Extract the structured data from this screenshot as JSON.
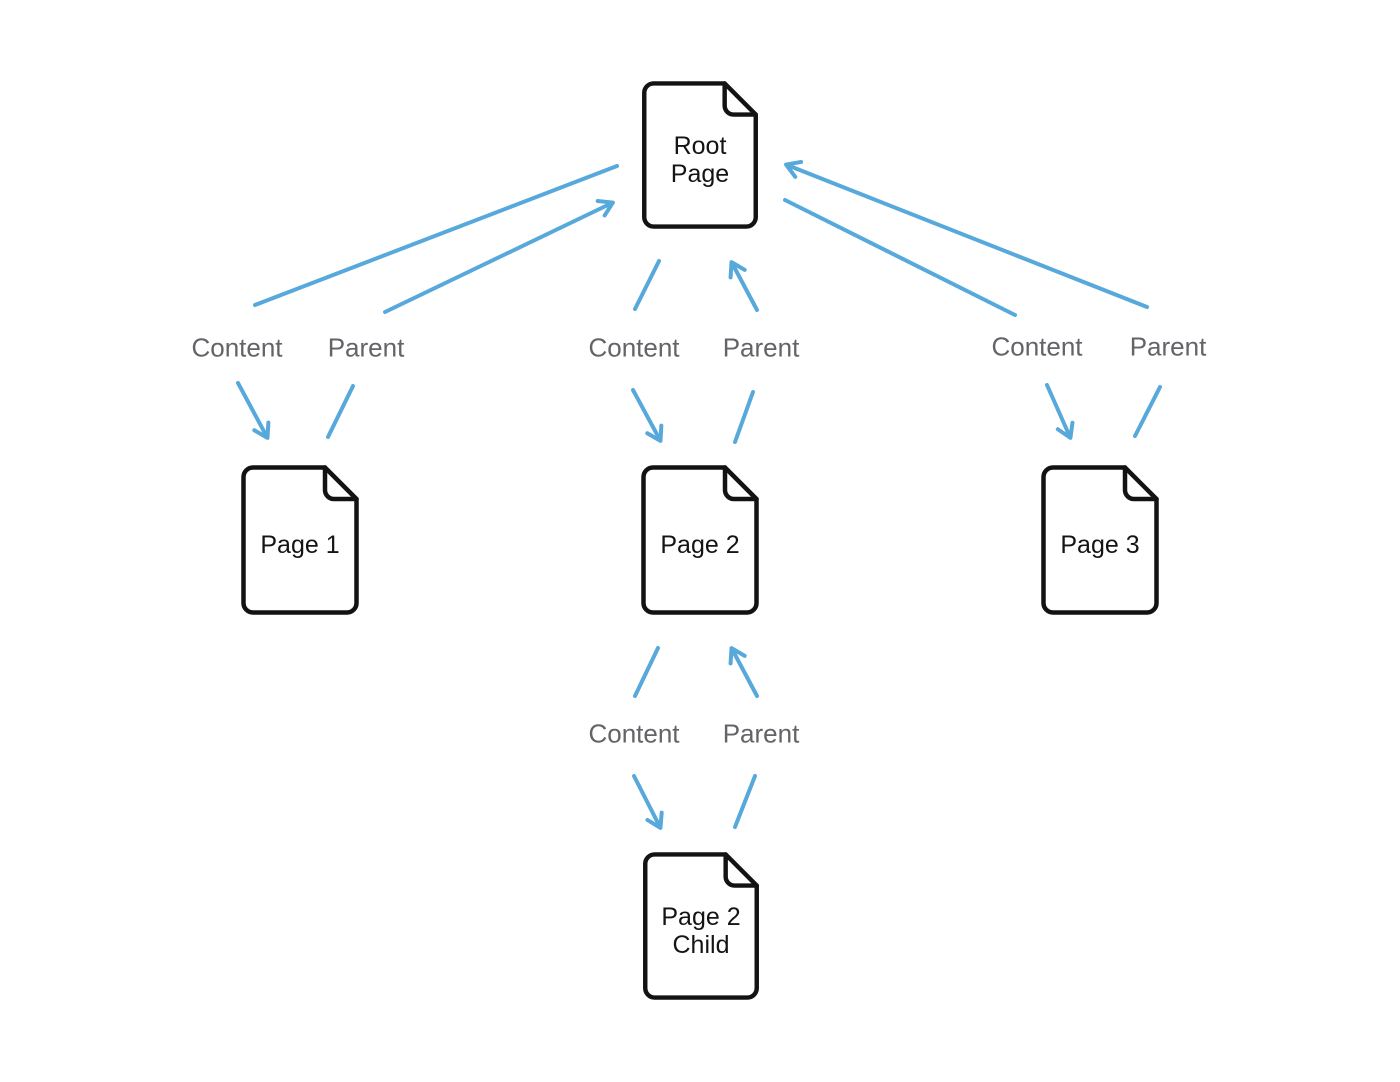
{
  "diagram": {
    "nodes": {
      "root": {
        "line1": "Root",
        "line2": "Page"
      },
      "page1": {
        "label": "Page 1"
      },
      "page2": {
        "label": "Page 2"
      },
      "page3": {
        "label": "Page 3"
      },
      "page2_child": {
        "line1": "Page 2",
        "line2": "Child"
      }
    },
    "edges": [
      {
        "from": "root",
        "to": "page1",
        "content_label": "Content",
        "parent_label": "Parent"
      },
      {
        "from": "root",
        "to": "page2",
        "content_label": "Content",
        "parent_label": "Parent"
      },
      {
        "from": "root",
        "to": "page3",
        "content_label": "Content",
        "parent_label": "Parent"
      },
      {
        "from": "page2",
        "to": "page2_child",
        "content_label": "Content",
        "parent_label": "Parent"
      }
    ],
    "colors": {
      "arrow": "#57a8db",
      "edge_label_text": "#636368",
      "node_border": "#131313",
      "node_text": "#141416",
      "background": "#ffffff"
    }
  }
}
